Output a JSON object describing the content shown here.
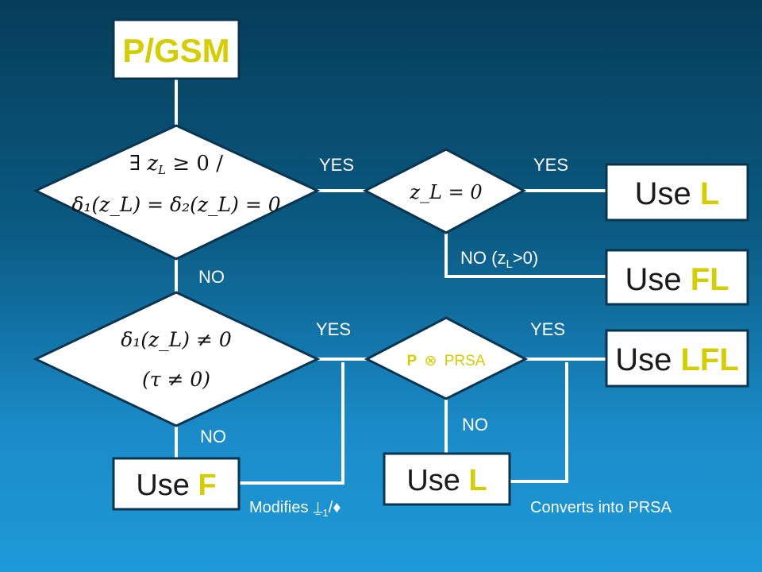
{
  "nodes": {
    "start": "P/GSM",
    "use_l_top": {
      "prefix": "Use ",
      "highlight": "L"
    },
    "use_fl": {
      "prefix": "Use ",
      "highlight": "FL"
    },
    "use_lfl": {
      "prefix": "Use ",
      "highlight": "LFL"
    },
    "use_f": {
      "prefix": "Use ",
      "highlight": "F"
    },
    "use_l_bottom": {
      "prefix": "Use ",
      "highlight": "L"
    }
  },
  "decisions": {
    "d1_line1": "∃ z",
    "d1_line1_sub": "L",
    "d1_line1_rest": "≥ 0 /",
    "d1_line2": "δ₁(z_L) = δ₂(z_L) = 0",
    "d2": "z_L = 0",
    "d3_line1": "δ₁(z_L) ≠ 0",
    "d3_line2": "(τ ≠ 0)",
    "d4_bold": "P",
    "d4_symbol": "⊗",
    "d4_rest": "PRSA"
  },
  "edges": {
    "yes1": "YES",
    "yes2": "YES",
    "no_zl": "NO (z",
    "no_zl_sub": "L",
    "no_zl_rest": ">0)",
    "no1": "NO",
    "yes3": "YES",
    "yes4": "YES",
    "no2": "NO",
    "no3": "NO",
    "modifies": "Modifies",
    "modifies_sub": "1",
    "converts": "Converts into PRSA"
  },
  "colors": {
    "highlight": "#d4cd00",
    "box_border": "#0a3550",
    "line": "#ffffff"
  }
}
